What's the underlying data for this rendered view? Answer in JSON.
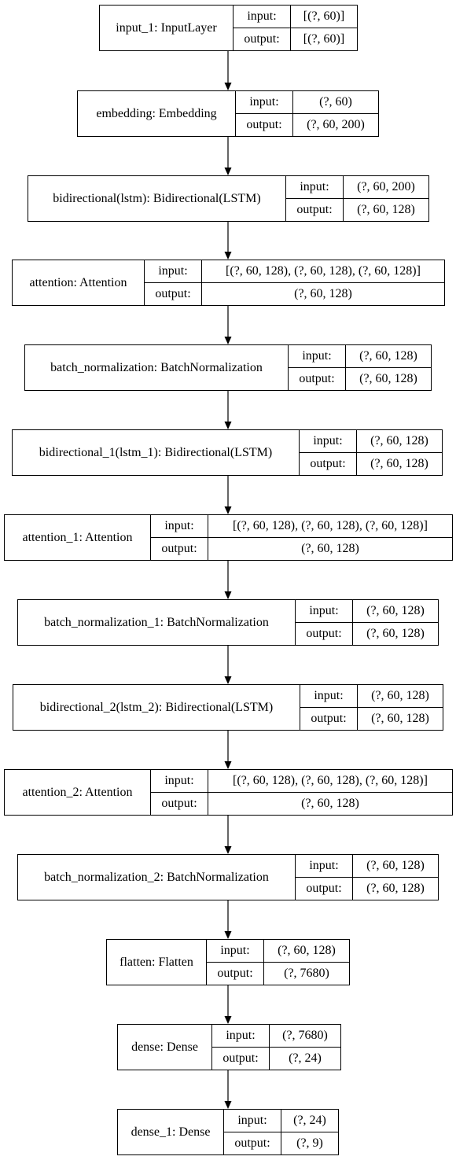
{
  "layers": [
    {
      "name": "input_1: InputLayer",
      "input": "[(?, 60)]",
      "output": "[(?, 60)]"
    },
    {
      "name": "embedding: Embedding",
      "input": "(?, 60)",
      "output": "(?, 60, 200)"
    },
    {
      "name": "bidirectional(lstm): Bidirectional(LSTM)",
      "input": "(?, 60, 200)",
      "output": "(?, 60, 128)"
    },
    {
      "name": "attention: Attention",
      "input": "[(?, 60, 128), (?, 60, 128), (?, 60, 128)]",
      "output": "(?, 60, 128)"
    },
    {
      "name": "batch_normalization: BatchNormalization",
      "input": "(?, 60, 128)",
      "output": "(?, 60, 128)"
    },
    {
      "name": "bidirectional_1(lstm_1): Bidirectional(LSTM)",
      "input": "(?, 60, 128)",
      "output": "(?, 60, 128)"
    },
    {
      "name": "attention_1: Attention",
      "input": "[(?, 60, 128), (?, 60, 128), (?, 60, 128)]",
      "output": "(?, 60, 128)"
    },
    {
      "name": "batch_normalization_1: BatchNormalization",
      "input": "(?, 60, 128)",
      "output": "(?, 60, 128)"
    },
    {
      "name": "bidirectional_2(lstm_2): Bidirectional(LSTM)",
      "input": "(?, 60, 128)",
      "output": "(?, 60, 128)"
    },
    {
      "name": "attention_2: Attention",
      "input": "[(?, 60, 128), (?, 60, 128), (?, 60, 128)]",
      "output": "(?, 60, 128)"
    },
    {
      "name": "batch_normalization_2: BatchNormalization",
      "input": "(?, 60, 128)",
      "output": "(?, 60, 128)"
    },
    {
      "name": "flatten: Flatten",
      "input": "(?, 60, 128)",
      "output": "(?, 7680)"
    },
    {
      "name": "dense: Dense",
      "input": "(?, 7680)",
      "output": "(?, 24)"
    },
    {
      "name": "dense_1: Dense",
      "input": "(?, 24)",
      "output": "(?, 9)"
    }
  ],
  "io_labels": {
    "input": "input:",
    "output": "output:"
  }
}
